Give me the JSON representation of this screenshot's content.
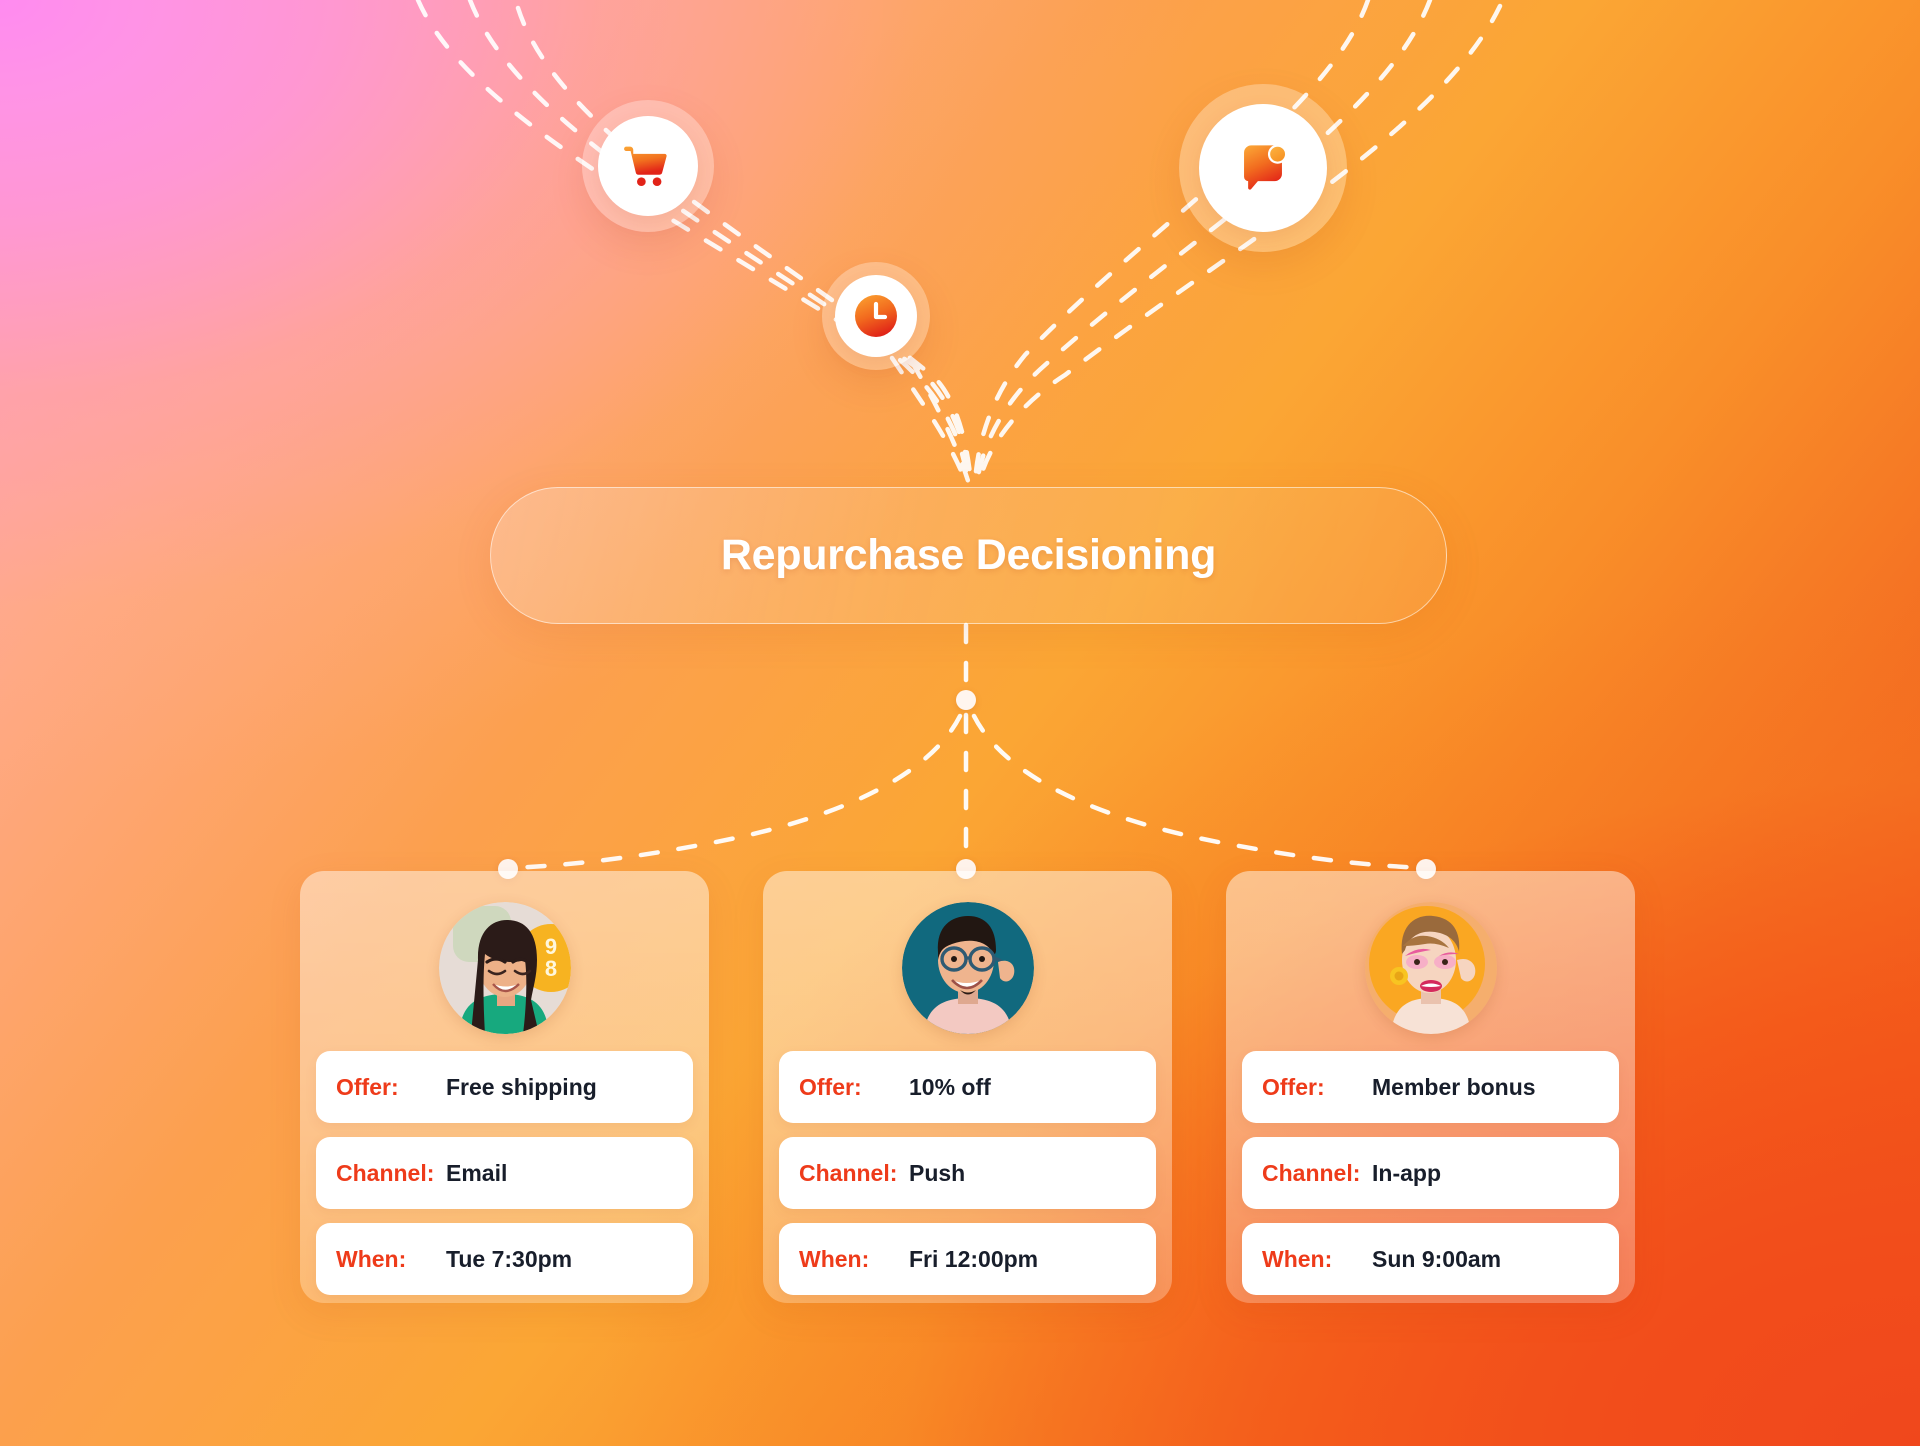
{
  "banner": {
    "title": "Repurchase Decisioning"
  },
  "top_icons": [
    {
      "name": "shopping-cart-icon",
      "label": "Purchase signal"
    },
    {
      "name": "clock-icon",
      "label": "Timing signal"
    },
    {
      "name": "chat-bubble-icon",
      "label": "Messaging signal"
    }
  ],
  "cards": [
    {
      "avatar_name": "avatar-person-1",
      "rows": [
        {
          "label": "Offer:",
          "value": "Free shipping"
        },
        {
          "label": "Channel:",
          "value": "Email"
        },
        {
          "label": "When:",
          "value": "Tue 7:30pm"
        }
      ]
    },
    {
      "avatar_name": "avatar-person-2",
      "rows": [
        {
          "label": "Offer:",
          "value": "10% off"
        },
        {
          "label": "Channel:",
          "value": "Push"
        },
        {
          "label": "When:",
          "value": "Fri 12:00pm"
        }
      ]
    },
    {
      "avatar_name": "avatar-person-3",
      "rows": [
        {
          "label": "Offer:",
          "value": "Member bonus"
        },
        {
          "label": "Channel:",
          "value": "In-app"
        },
        {
          "label": "When:",
          "value": "Sun 9:00am"
        }
      ]
    }
  ],
  "colors": {
    "label_red": "#EE3B1A",
    "value_dark": "#181E2B",
    "icon_orange_start": "#FBA13A",
    "icon_orange_end": "#E8301B",
    "background_pink": "#FF8BF0",
    "background_orange": "#FBA634",
    "background_red": "#EF4A1B",
    "connector_white": "#FFF5EE"
  }
}
